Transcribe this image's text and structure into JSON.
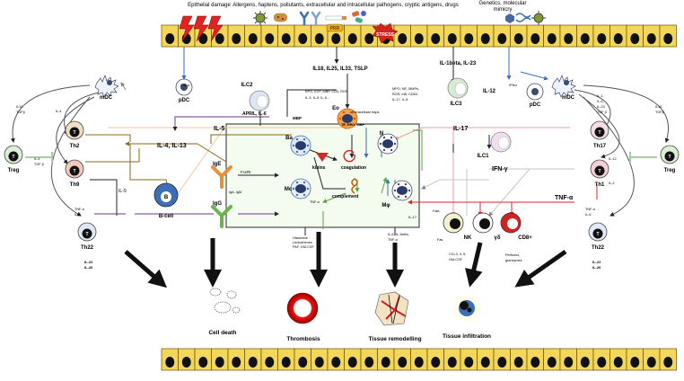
{
  "top_labels": {
    "epithelial_damage": "Epithelial damage",
    "triggers": "Allergens, haptens, pollutants, extracellular and intracellular pathogens, cryptic antigens, drugs",
    "genetics": "Genetics, molecular",
    "genetics2": "mimicry",
    "prr": "PRR",
    "stress": "STRESS"
  },
  "cytokines": {
    "il18": "IL18, IL25, IL33, TSLP",
    "il1b": "IL-1beta, IL-23",
    "il12": "IL-12",
    "il5": "IL-5",
    "il4": "IL-4, IL-13",
    "il17": "IL-17",
    "ifng": "IFN-γ",
    "tnfa": "TNF-α",
    "april": "APRIL, IL-6",
    "il9": "IL-9",
    "fceri": "FcεRI",
    "ifna_l": "IFN-α",
    "ifna_r": "IFNα"
  },
  "cells": {
    "mdc_l": "mDC",
    "mdc_r": "mDC",
    "pdc_l": "pDC",
    "pdc_r": "pDC",
    "ilc2": "ILC2",
    "ilc3": "ILC3",
    "ilc1": "ILC1",
    "th2": "Th2",
    "th9": "Th9",
    "th22_l": "Th22",
    "th22_r": "Th22",
    "th17": "Th17",
    "th1": "Th1",
    "treg_l": "Treg",
    "treg_r": "Treg",
    "bcell": "B-cell",
    "b_letter": "B",
    "t_letter": "T",
    "ige": "IgE",
    "igg": "IgG",
    "igm_igd": "IgA, IgM",
    "eo": "Eo",
    "ba": "Ba",
    "mc": "Mc",
    "n": "N",
    "mo": "Mφ",
    "nk": "NK",
    "gd": "γδ",
    "cd8": "CD8+",
    "il17_small": "IL-17"
  },
  "centre": {
    "kinins": "kinins",
    "coag": "coagulation",
    "compl": "complement",
    "mbp": "MBP",
    "tf": "TF, EPO, MBP",
    "extra": "Extracellular traps",
    "eo_list": "EPO, ECP, MBP, CD4, ROS",
    "eo_list2": "IL-3, IL-5, IL-5...",
    "n_list": "MPO, NE, MMPs,",
    "n_list2": "ROS, mB, CD63,",
    "n_list3": "IL-17, IL-8",
    "histamine": "Histamine",
    "histamine2": "Leukotrienes",
    "histamine3": "PAF, GM-CSF",
    "tnf_mc": "TNF-α",
    "mo_list": "IL-6, IL-1beta,",
    "mo_list2": "TNF-α",
    "nk_list": "CCL3, 4, 5,",
    "nk_list2": "GM-CSF",
    "cd8_list": "Perforins,",
    "cd8_list2": "granzymes",
    "fas": "Fas",
    "fasl": "FasL"
  },
  "side_notes": {
    "treg_l": "IL10",
    "treg_l2": "TGFβ",
    "treg_r": "IL10",
    "treg_r2": "TGFβ",
    "th2_in": "IL-4",
    "th9_in": "IL-4",
    "th9_in2": "TGF β",
    "th22_in": "TNF-α",
    "th22_in2": "IL-6",
    "th22_out": "IL-22",
    "th22_out2": "IL-26",
    "th22r_in": "TNF-α",
    "th22r_in2": "IL-6",
    "th22r_out": "IL-22",
    "th22r_out2": "IL-26",
    "th17_in": "IL-1,",
    "th17_in2": "IL-6,",
    "th17_in3": "IL-23",
    "th17_in4": "TGF β",
    "th1_in": "IL-12",
    "th1_out": "IL-2"
  },
  "outcomes": {
    "cell_death": "Cell death",
    "thrombosis": "Thrombosis",
    "remodelling": "Tissue remodelling",
    "infiltration": "Tissue infiltration"
  },
  "colors": {
    "epithelium": "#f3d75a",
    "nucleus": "#111111",
    "panel": "#f4fbef",
    "panel_border": "#2a2a2a",
    "th2_arrow": "#8a6a1a",
    "il5_arrow": "#f0c79a",
    "il17_arrow": "#e8a0a8",
    "ifn_arrow": "#c7c7c7",
    "tnf_arrow": "#d32b2b",
    "green": "#5aa146",
    "blue": "#3b6fb6",
    "purple": "#6b3a8e",
    "treg_green": "#9fd39a"
  }
}
